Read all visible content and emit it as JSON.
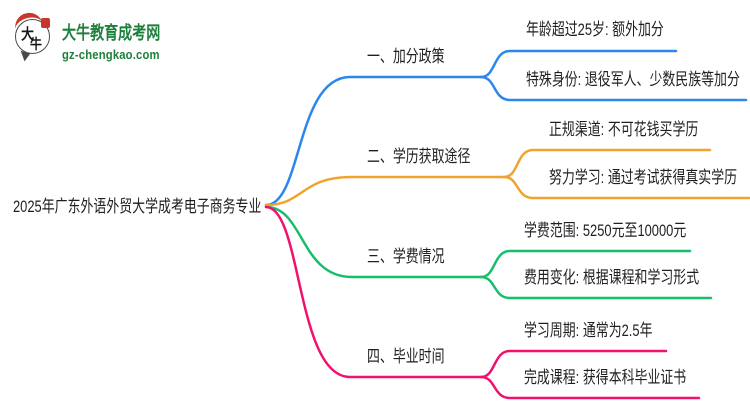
{
  "colors": {
    "background": "#FFFFFF",
    "text": "#1F1F1F"
  },
  "logo": {
    "title": "大牛教育成考网",
    "url": "gz-chengkao.com",
    "icon_char_1": "大",
    "icon_char_2": "牛",
    "colors": {
      "green": "#1E7F3C",
      "red": "#C9372C"
    }
  },
  "root": {
    "label": "2025年广东外语外贸大学成考电子商务专业"
  },
  "branches": [
    {
      "label": "一、加分政策",
      "color": "#2B87EE",
      "children": [
        "年龄超过25岁: 额外加分",
        "特殊身份: 退役军人、少数民族等加分"
      ]
    },
    {
      "label": "二、学历获取途径",
      "color": "#F0A32E",
      "children": [
        "正规渠道: 不可花钱买学历",
        "努力学习: 通过考试获得真实学历"
      ]
    },
    {
      "label": "三、学费情况",
      "color": "#17BE6B",
      "children": [
        "学费范围: 5250元至10000元",
        "费用变化: 根据课程和学习形式"
      ]
    },
    {
      "label": "四、毕业时间",
      "color": "#F2106E",
      "children": [
        "学习周期: 通常为2.5年",
        "完成课程: 获得本科毕业证书"
      ]
    }
  ]
}
